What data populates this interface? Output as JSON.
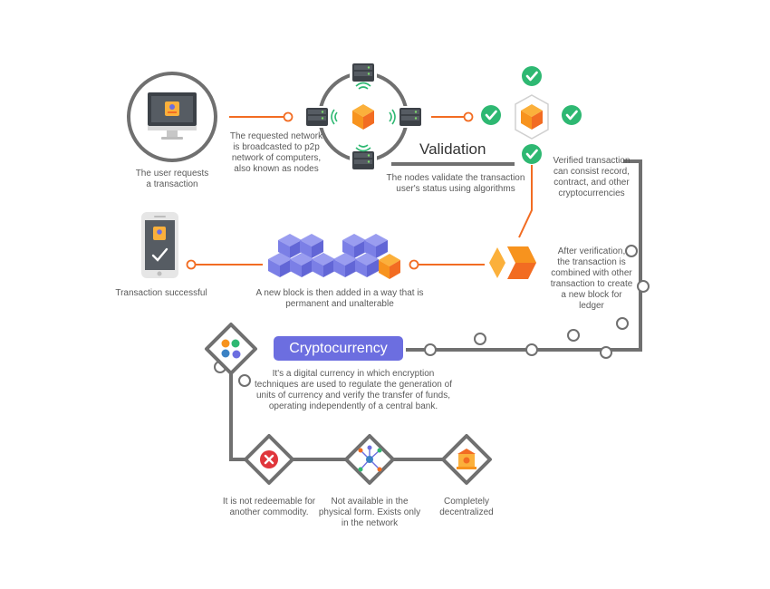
{
  "steps": {
    "request": "The user requests\na transaction",
    "broadcast": "The requested network\nis broadcasted to p2p\nnetwork of computers,\nalso known as nodes",
    "validate": "The nodes validate the transaction\nuser's status using algorithms",
    "verified": "Verified transaction\ncan consist record,\ncontract, and other\ncryptocurrencies",
    "combine": "After verification,\nthe transaction is\ncombined with other\ntransaction to create\na new block for\nledger",
    "new_block": "A new block is then added in a way that is\npermanent and unalterable",
    "success": "Transaction successful"
  },
  "validation_title": "Validation",
  "cryptocurrency": {
    "title": "Cryptocurrency",
    "description": "It's a digital currency in which encryption\ntechniques are used to regulate the generation of\nunits of currency and verify the transfer of funds,\noperating independently of a central bank."
  },
  "features": {
    "not_redeemable": "It is not redeemable for\nanother commodity.",
    "not_physical": "Not available in the\nphysical form. Exists only\nin the network",
    "decentralized": "Completely\ndecentralized"
  },
  "colors": {
    "orange": "#f26c22",
    "gray_line": "#707070",
    "green": "#2eb872",
    "purple": "#6c6ee0",
    "block": "#7b7fe6",
    "cube_orange": "#f7931e",
    "red": "#e0363c"
  }
}
